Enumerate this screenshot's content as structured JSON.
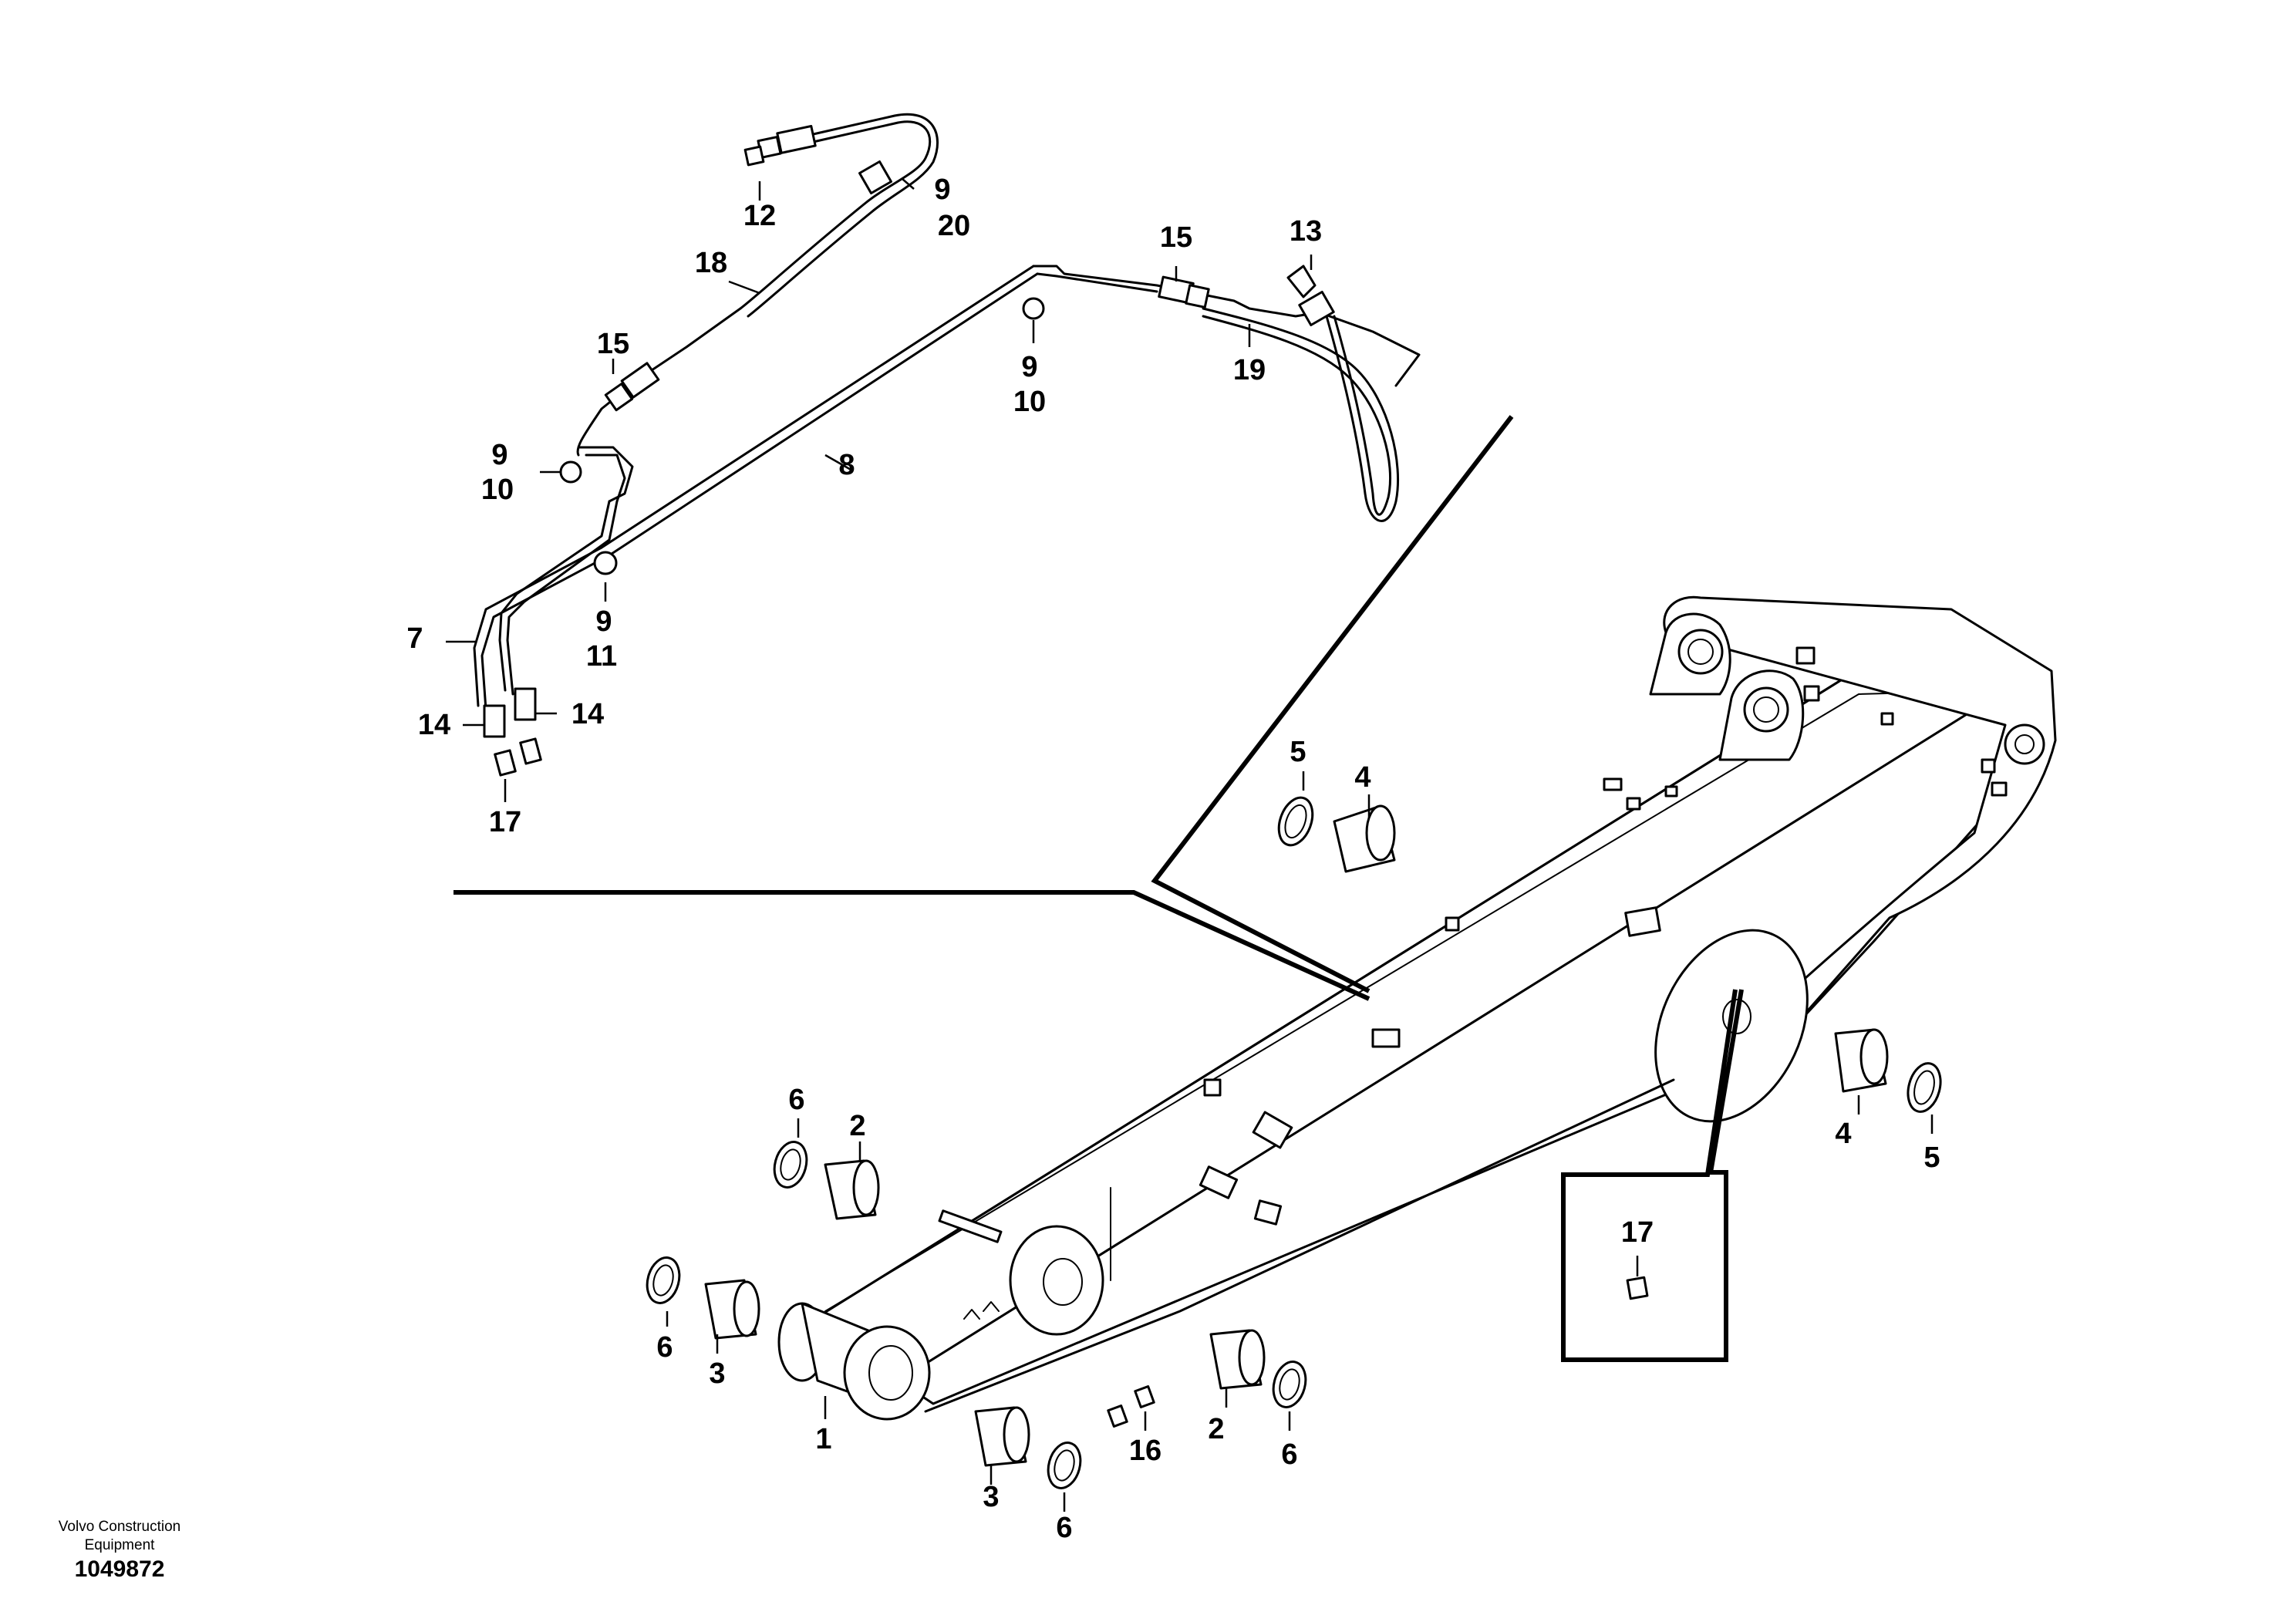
{
  "footer": {
    "company": "Volvo Construction Equipment",
    "drawing_number": "1049872"
  },
  "callouts": [
    {
      "id": "c1",
      "label": "1"
    },
    {
      "id": "c2a",
      "label": "2"
    },
    {
      "id": "c2b",
      "label": "2"
    },
    {
      "id": "c3a",
      "label": "3"
    },
    {
      "id": "c3b",
      "label": "3"
    },
    {
      "id": "c4a",
      "label": "4"
    },
    {
      "id": "c4b",
      "label": "4"
    },
    {
      "id": "c5a",
      "label": "5"
    },
    {
      "id": "c5b",
      "label": "5"
    },
    {
      "id": "c6a",
      "label": "6"
    },
    {
      "id": "c6b",
      "label": "6"
    },
    {
      "id": "c6c",
      "label": "6"
    },
    {
      "id": "c6d",
      "label": "6"
    },
    {
      "id": "c7",
      "label": "7"
    },
    {
      "id": "c8",
      "label": "8"
    },
    {
      "id": "c9a",
      "label": "9"
    },
    {
      "id": "c9b",
      "label": "9"
    },
    {
      "id": "c9c",
      "label": "9"
    },
    {
      "id": "c9d",
      "label": "9"
    },
    {
      "id": "c10a",
      "label": "10"
    },
    {
      "id": "c10b",
      "label": "10"
    },
    {
      "id": "c11",
      "label": "11"
    },
    {
      "id": "c12",
      "label": "12"
    },
    {
      "id": "c13",
      "label": "13"
    },
    {
      "id": "c14a",
      "label": "14"
    },
    {
      "id": "c14b",
      "label": "14"
    },
    {
      "id": "c15a",
      "label": "15"
    },
    {
      "id": "c15b",
      "label": "15"
    },
    {
      "id": "c16",
      "label": "16"
    },
    {
      "id": "c17a",
      "label": "17"
    },
    {
      "id": "c17b",
      "label": "17"
    },
    {
      "id": "c18",
      "label": "18"
    },
    {
      "id": "c19",
      "label": "19"
    },
    {
      "id": "c20",
      "label": "20"
    }
  ]
}
